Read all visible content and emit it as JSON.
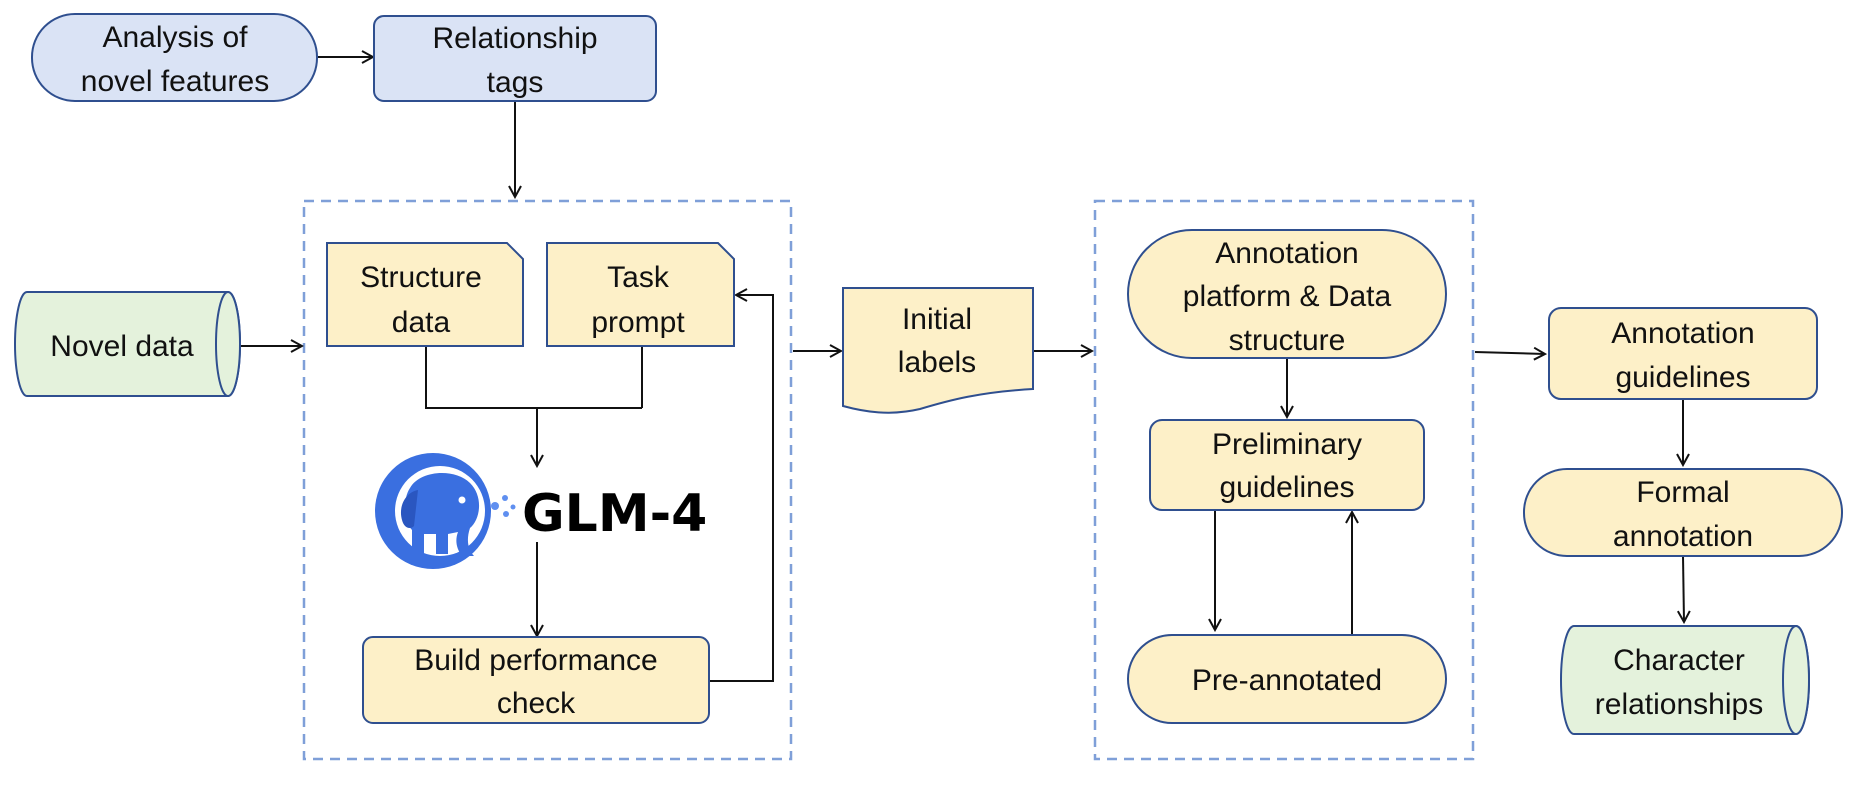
{
  "nodes": {
    "analysis": [
      "Analysis of",
      "novel features"
    ],
    "relationship_tags": [
      "Relationship",
      "tags"
    ],
    "novel_data": [
      "Novel data"
    ],
    "structure_data": [
      "Structure",
      "data"
    ],
    "task_prompt": [
      "Task",
      "prompt"
    ],
    "glm_logo_text": "GLM-4",
    "build_check": [
      "Build performance",
      "check"
    ],
    "initial_labels": [
      "Initial",
      "labels"
    ],
    "annotation_platform": [
      "Annotation",
      "platform  & Data",
      "structure"
    ],
    "preliminary_guidelines": [
      "Preliminary",
      "guidelines"
    ],
    "pre_annotated": [
      "Pre-annotated"
    ],
    "annotation_guidelines": [
      "Annotation",
      "guidelines"
    ],
    "formal_annotation": [
      "Formal",
      "annotation"
    ],
    "character_relationships": [
      "Character",
      "relationships"
    ]
  },
  "colors": {
    "blue_fill": "#dae3f5",
    "yellow_fill": "#fdf0c8",
    "green_fill": "#e4f2dc",
    "border": "#2f4f8f",
    "dashed_group": "#7f9fd8",
    "logo_blue": "#3a6fe0"
  },
  "icons": {
    "glm_logo": "elephant-logo-icon"
  }
}
